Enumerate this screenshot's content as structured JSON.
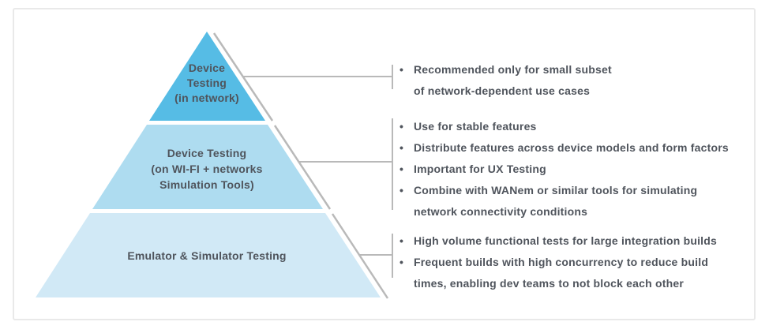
{
  "ui": {
    "bullet_char": "•"
  },
  "colors": {
    "connector": "#b9b9b9",
    "text": "#4f545c",
    "panel_border": "#e9e9e9"
  },
  "pyramid": {
    "tiers": [
      {
        "name": "device-testing-in-network",
        "label": "Device\nTesting\n(in network)",
        "color": "#56bce5"
      },
      {
        "name": "device-testing-wifi-network-simulation",
        "label": "Device Testing\n(on WI-FI + networks\nSimulation Tools)",
        "color": "#aedcf0"
      },
      {
        "name": "emulator-simulator-testing",
        "label": "Emulator & Simulator Testing",
        "color": "#d1e9f6"
      }
    ]
  },
  "annotations": [
    {
      "bullets": [
        "Recommended only for small subset\nof network-dependent use cases"
      ]
    },
    {
      "bullets": [
        "Use for stable features",
        "Distribute features across device models and form factors",
        "Important for UX Testing",
        "Combine with WANem or similar tools for simulating\nnetwork connectivity conditions"
      ]
    },
    {
      "bullets": [
        "High volume functional tests for large integration builds",
        "Frequent builds with high concurrency to reduce build\ntimes, enabling dev teams to not block each other"
      ]
    }
  ]
}
